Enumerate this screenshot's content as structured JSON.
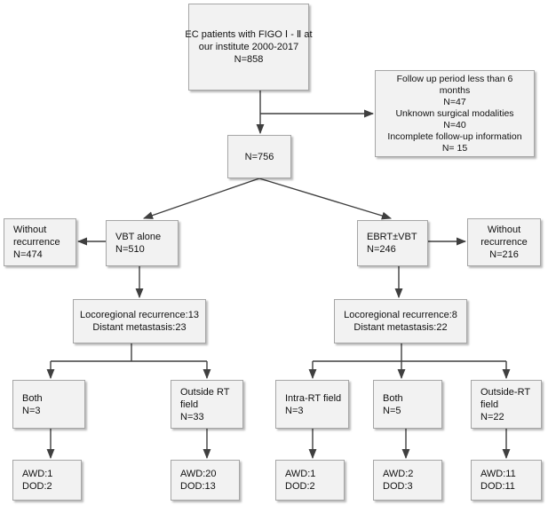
{
  "boxes": {
    "start": [
      "EC patients with FIGO Ⅰ - Ⅱ at",
      "our institute 2000-2017",
      "N=858"
    ],
    "excluded": [
      "Follow up period  less than 6",
      "months",
      "N=47",
      "Unknown surgical modalities",
      "N=40",
      "Incomplete follow-up information",
      "N= 15"
    ],
    "n756": [
      "N=756"
    ],
    "vbt_alone": [
      "VBT alone",
      "N=510"
    ],
    "vbt_without": [
      "Without",
      "recurrence",
      "N=474"
    ],
    "ebrt_vbt": [
      "EBRT±VBT",
      "N=246"
    ],
    "ebrt_without": [
      "Without",
      "recurrence",
      "N=216"
    ],
    "vbt_recurrence": [
      "Locoregional recurrence:13",
      "Distant metastasis:23"
    ],
    "ebrt_recurrence": [
      "Locoregional recurrence:8",
      "Distant metastasis:22"
    ],
    "vbt_both": [
      "Both",
      "N=3"
    ],
    "vbt_outside": [
      "Outside RT",
      "field",
      "N=33"
    ],
    "ebrt_intra": [
      "Intra-RT field",
      "N=3"
    ],
    "ebrt_both": [
      "Both",
      "N=5"
    ],
    "ebrt_outside": [
      "Outside-RT",
      "field",
      "N=22"
    ],
    "vbt_both_outcome": [
      "AWD:1",
      "DOD:2"
    ],
    "vbt_outside_outcome": [
      "AWD:20",
      "DOD:13"
    ],
    "ebrt_intra_outcome": [
      "AWD:1",
      "DOD:2"
    ],
    "ebrt_both_outcome": [
      "AWD:2",
      "DOD:3"
    ],
    "ebrt_outside_outcome": [
      "AWD:11",
      "DOD:11"
    ]
  },
  "colors": {
    "box_fill": "#f2f2f2",
    "box_border": "#a6a6a6",
    "connector": "#3f3f3f"
  }
}
